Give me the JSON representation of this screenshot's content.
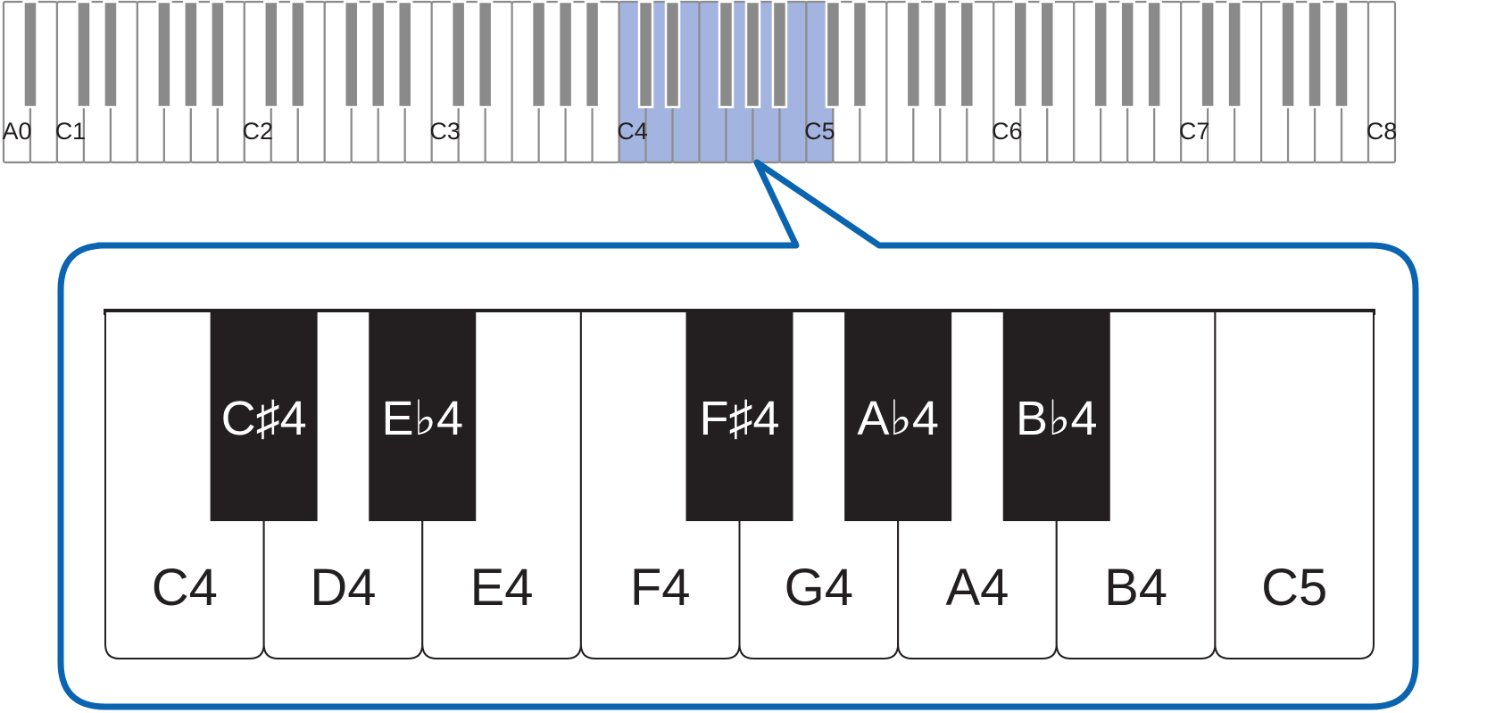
{
  "keyboard": {
    "first_octave_whites": [
      "A",
      "B"
    ],
    "octave_whites": [
      "C",
      "D",
      "E",
      "F",
      "G",
      "A",
      "B"
    ],
    "labels": [
      "A0",
      "C1",
      "C2",
      "C3",
      "C4",
      "C5",
      "C6",
      "C7",
      "C8"
    ],
    "highlight": {
      "from": "C4",
      "to": "C5"
    },
    "colors": {
      "white_key_fill": "#ffffff",
      "white_key_stroke": "#8c8c8c",
      "black_key": "#8a8a8a",
      "highlight": "#a3b4e0"
    }
  },
  "callout": {
    "white_keys": [
      "C4",
      "D4",
      "E4",
      "F4",
      "G4",
      "A4",
      "B4",
      "C5"
    ],
    "black_keys": [
      {
        "label": "C♯4",
        "after_white": 0
      },
      {
        "label": "E♭4",
        "after_white": 1
      },
      {
        "label": "F♯4",
        "after_white": 3
      },
      {
        "label": "A♭4",
        "after_white": 4
      },
      {
        "label": "B♭4",
        "after_white": 5
      }
    ],
    "colors": {
      "border": "#0a64b0",
      "black_key": "#231f20",
      "white_key_fill": "#ffffff",
      "outline": "#231f20"
    }
  }
}
